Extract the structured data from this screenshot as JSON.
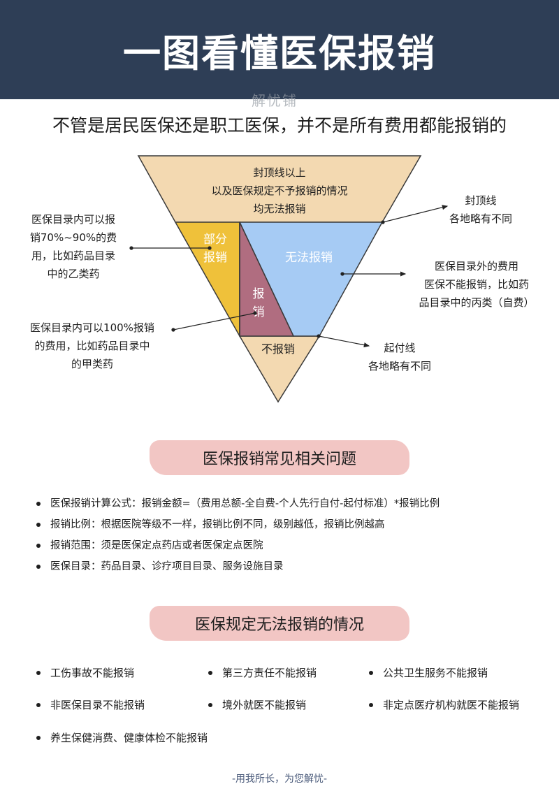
{
  "header": {
    "title": "一图看懂医保报销",
    "watermark": "解忧铺"
  },
  "subtitle": "不管是居民医保还是职工医保，并不是所有费用都能报销的",
  "diagram": {
    "top_lines": [
      "封顶线以上",
      "以及医保规定不予报销的情况",
      "均无法报销"
    ],
    "partial_lines": [
      "部分",
      "报销"
    ],
    "none_label": "无法报销",
    "full_lines": [
      "报",
      "销"
    ],
    "bottom_label": "不报销",
    "callout_left_top": [
      "医保目录内可以报",
      "销70%~90%的费",
      "用，比如药品目录",
      "中的乙类药"
    ],
    "callout_left_bottom": [
      "医保目录内可以100%报销",
      "的费用，比如药品目录中",
      "的甲类药"
    ],
    "callout_right_top": [
      "封顶线",
      "各地略有不同"
    ],
    "callout_right_mid": [
      "医保目录外的费用",
      "医保不能报销，比如药",
      "品目录中的丙类（自费）"
    ],
    "callout_right_bottom": [
      "起付线",
      "各地略有不同"
    ],
    "colors": {
      "top": "#f3d9b1",
      "partial": "#efc13a",
      "none": "#a6cbf4",
      "full": "#b06d80",
      "bottom": "#f3d9b1",
      "outline": "#3a3a3a"
    }
  },
  "section1": {
    "title": "医保报销常见相关问题",
    "items": [
      "医保报销计算公式：报销金额=（费用总额-全自费-个人先行自付-起付标准）*报销比例",
      "报销比例：根据医院等级不一样，报销比例不同，级别越低，报销比例越高",
      "报销范围：须是医保定点药店或者医保定点医院",
      "医保目录：药品目录、诊疗项目目录、服务设施目录"
    ]
  },
  "section2": {
    "title": "医保规定无法报销的情况",
    "items": [
      "工伤事故不能报销",
      "第三方责任不能报销",
      "公共卫生服务不能报销",
      "非医保目录不能报销",
      "境外就医不能报销",
      "非定点医疗机构就医不能报销",
      "养生保健消费、健康体检不能报销"
    ]
  },
  "footer": "-用我所长，为您解忧-"
}
